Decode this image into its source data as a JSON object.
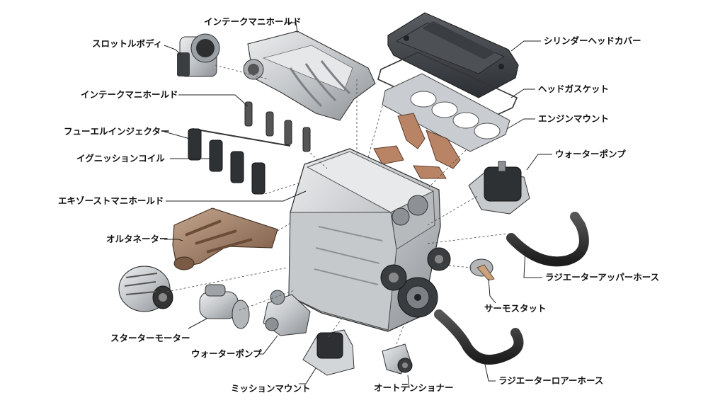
{
  "labels": {
    "intake_manifold_top": "インテークマニホールド",
    "throttle_body": "スロットルボディ",
    "intake_manifold_left": "インテークマニホールド",
    "fuel_injector": "フューエルインジェクター",
    "ignition_coil": "イグニッションコイル",
    "exhaust_manifold": "エキゾーストマニホールド",
    "alternator": "オルタネーター",
    "starter_motor": "スターターモーター",
    "water_pump_bottom": "ウォーターポンプ",
    "transmission_mount": "ミッションマウント",
    "auto_tensioner": "オートテンショナー",
    "radiator_lower_hose": "ラジエーターロアーホース",
    "thermostat": "サーモスタット",
    "radiator_upper_hose": "ラジエーターアッパーホース",
    "water_pump_right": "ウォーターポンプ",
    "engine_mount": "エンジンマウント",
    "head_gasket": "ヘッドガスケット",
    "cylinder_head_cover": "シリンダーヘッドカバー"
  },
  "colors": {
    "metal_light": "#d9dbdd",
    "metal_mid": "#b4b7ba",
    "metal_dark": "#7d8185",
    "cover_dark": "#3c3f43",
    "rubber": "#2b2b2b",
    "gasket_copper": "#b98466",
    "exhaust_bronze": "#9c7a62"
  }
}
